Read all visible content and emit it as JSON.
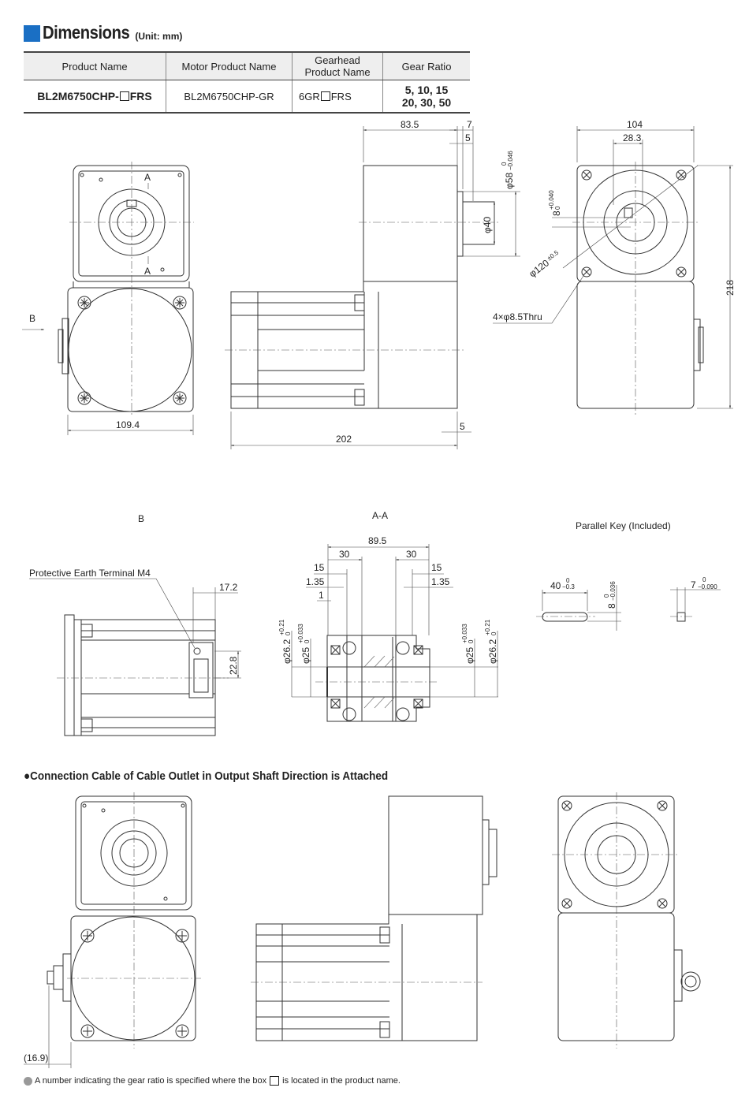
{
  "header": {
    "title": "Dimensions",
    "unit": "(Unit: mm)",
    "accent": "#1a6fc4"
  },
  "table": {
    "headers": [
      "Product Name",
      "Motor Product Name",
      "Gearhead  Product Name",
      "Gear Ratio"
    ],
    "row": {
      "product_prefix": "BL2M6750CHP-",
      "product_suffix": "FRS",
      "motor": "BL2M6750CHP-GR",
      "gearhead_prefix": "6GR",
      "gearhead_suffix": "FRS",
      "ratio_line1": "5, 10, 15",
      "ratio_line2": "20, 30, 50"
    }
  },
  "top_views": {
    "section_a": "A",
    "view_b": "B",
    "front_width": "109.4",
    "side_gearhead": "83.5",
    "side_7": "7",
    "side_5": "5",
    "side_total": "202",
    "side_bottom_5": "5",
    "phi58": "φ58",
    "phi58_tol_upper": "0",
    "phi58_tol_lower": "−0.046",
    "phi40": "φ40",
    "right_width": "104",
    "right_offset": "28.3",
    "right_height": "218",
    "key_8": "8",
    "key_8_tol_upper": "+0.040",
    "key_8_tol_lower": "0",
    "phi120": "φ120",
    "phi120_tol": "±0.5",
    "mount_holes": "4×φ8.5Thru"
  },
  "view_b": {
    "title": "B",
    "pe_label": "Protective Earth Terminal M4",
    "dim_17_2": "17.2",
    "dim_22_8": "22.8"
  },
  "section_aa": {
    "title": "A-A",
    "dim_89_5": "89.5",
    "dim_30_left": "30",
    "dim_30_right": "30",
    "dim_15_left": "15",
    "dim_15_right": "15",
    "dim_1_35_left": "1.35",
    "dim_1_35_right": "1.35",
    "dim_1": "1",
    "phi26_2": "φ26.2",
    "phi26_2_tol_upper": "+0.21",
    "phi26_2_tol_lower": "0",
    "phi25": "φ25",
    "phi25_tol_upper": "+0.033",
    "phi25_tol_lower": "0"
  },
  "parallel_key": {
    "title": "Parallel Key (Included)",
    "length": "40",
    "length_tol_upper": "0",
    "length_tol_lower": "−0.3",
    "height": "8",
    "height_tol_upper": "0",
    "height_tol_lower": "−0.036",
    "width": "7",
    "width_tol_upper": "0",
    "width_tol_lower": "−0.090"
  },
  "cable_section": {
    "heading": "●Connection Cable of Cable Outlet in Output Shaft Direction is Attached",
    "dim_16_9": "(16.9)"
  },
  "footnote": {
    "text_before": "A number indicating the gear ratio is specified where the box",
    "text_after": "is located in the product name."
  }
}
